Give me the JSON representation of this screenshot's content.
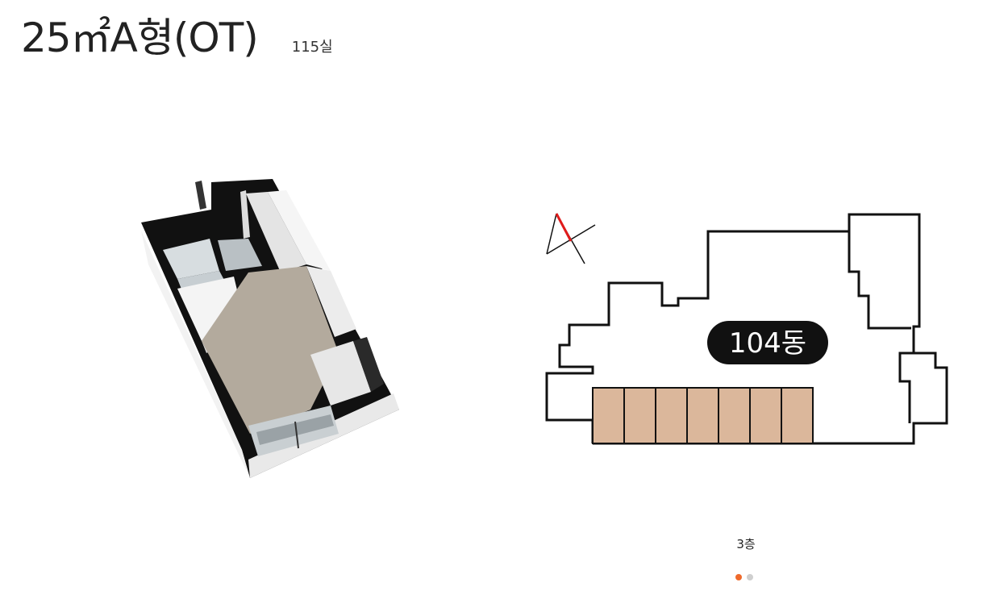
{
  "header": {
    "title": "25㎡A형(OT)",
    "unit_count": "115실"
  },
  "site_plan": {
    "building_label": "104동",
    "highlight_color": "#dbb79b",
    "unit_cells": 7
  },
  "floor": {
    "label": "3층"
  },
  "pager": {
    "total": 2,
    "active_index": 0,
    "active_color": "#ef6a2c"
  }
}
